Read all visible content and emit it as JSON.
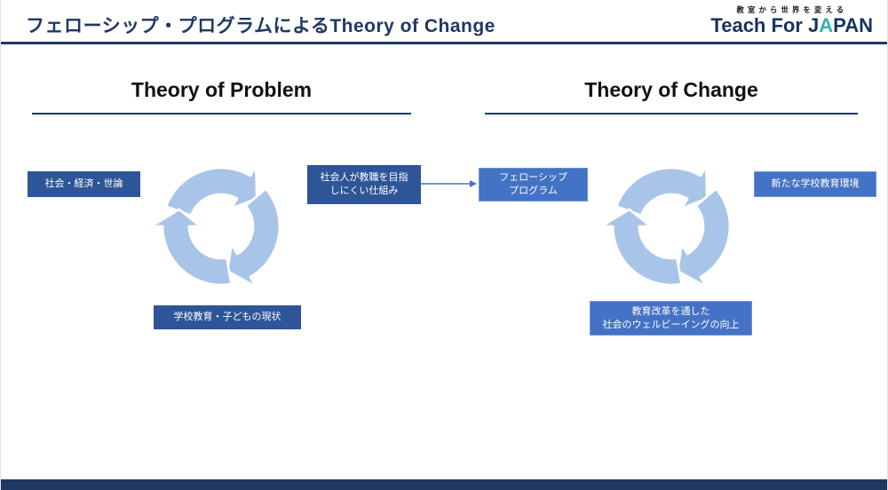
{
  "slide": {
    "title": "フェローシップ・プログラムによるTheory of Change",
    "brand": {
      "tagline": "教室から世界を変える",
      "name_prefix": "Teach For J",
      "name_accent": "A",
      "name_suffix": "PAN"
    },
    "left_panel": {
      "heading": "Theory of Problem",
      "box_left": "社会・経済・世論",
      "box_right": "社会人が教職を目指\nしにくい仕組み",
      "box_bottom": "学校教育・子どもの現状"
    },
    "right_panel": {
      "heading": "Theory of Change",
      "box_left": "フェローシップ\nプログラム",
      "box_right": "新たな学校教育環境",
      "box_bottom": "教育改革を通した\n社会のウェルビーイングの向上"
    },
    "colors": {
      "navy": "#1F3864",
      "box_dark": "#2E5597",
      "box_medium": "#4472C4",
      "cycle_fill": "#A9C4E9",
      "accent_teal": "#2FB5AF",
      "footer": "#203864"
    }
  }
}
